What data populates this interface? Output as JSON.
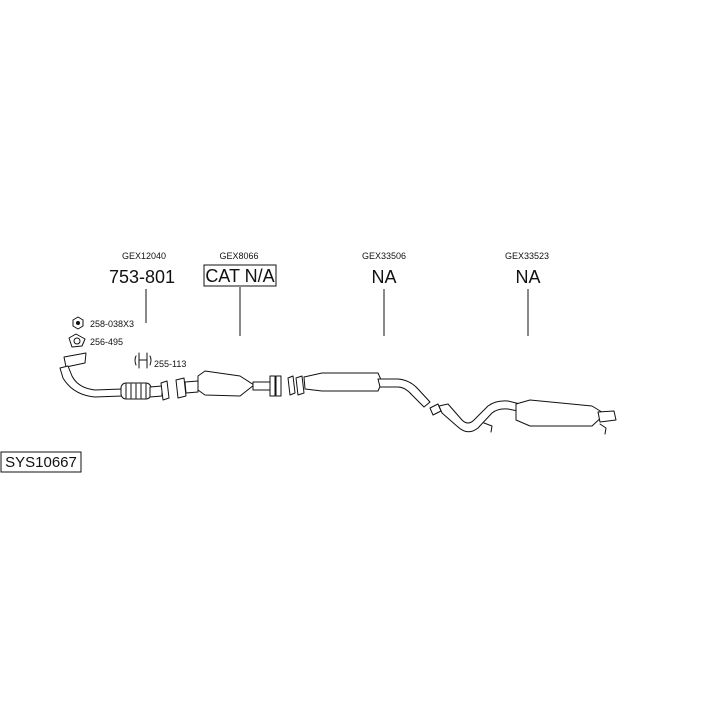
{
  "groups": [
    {
      "code": "GEX12040",
      "number": "753-801"
    },
    {
      "code": "GEX8066",
      "number": "CAT N/A"
    },
    {
      "code": "GEX33506",
      "number": "NA"
    },
    {
      "code": "GEX33523",
      "number": "NA"
    }
  ],
  "callouts": {
    "nut": "258-038X3",
    "gasket": "256-495",
    "clamp": "255-113"
  },
  "clamp_marker": "H",
  "system_id": "SYS10667"
}
